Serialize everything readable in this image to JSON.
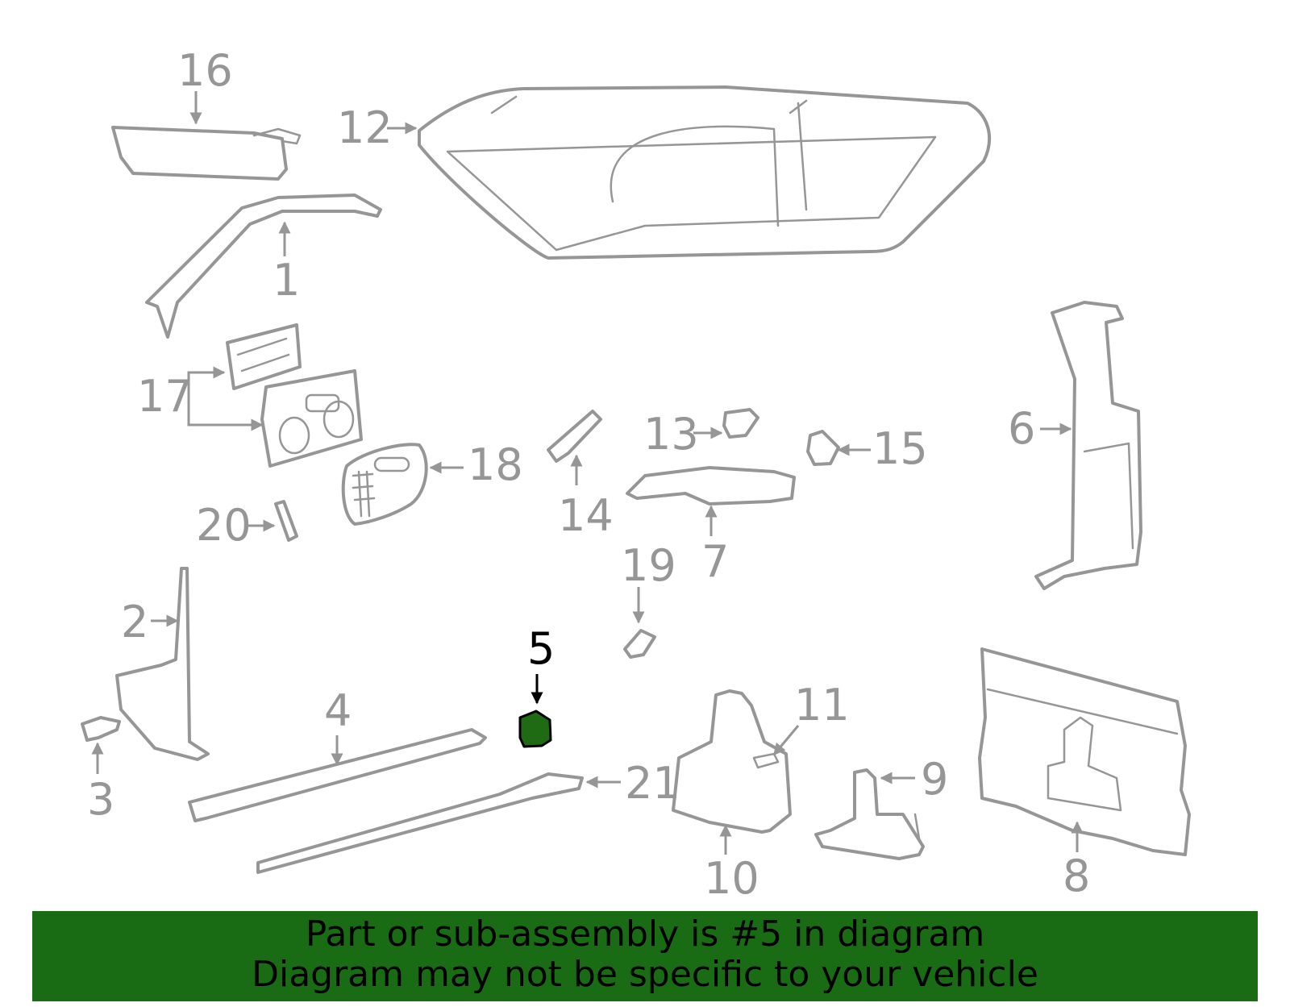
{
  "callouts": {
    "c1": "1",
    "c2": "2",
    "c3": "3",
    "c4": "4",
    "c5": "5",
    "c6": "6",
    "c7": "7",
    "c8": "8",
    "c9": "9",
    "c10": "10",
    "c11": "11",
    "c12": "12",
    "c13": "13",
    "c14": "14",
    "c15": "15",
    "c16": "16",
    "c17": "17",
    "c18": "18",
    "c19": "19",
    "c20": "20",
    "c21": "21"
  },
  "highlight": {
    "part_number": "5",
    "color": "#1e6b14"
  },
  "banner": {
    "line1": "Part or sub-assembly is #5 in diagram",
    "line2": "Diagram may not be specific to your vehicle",
    "background": "#196b14"
  },
  "colors": {
    "linework": "#969696",
    "highlight_label": "#000000"
  }
}
